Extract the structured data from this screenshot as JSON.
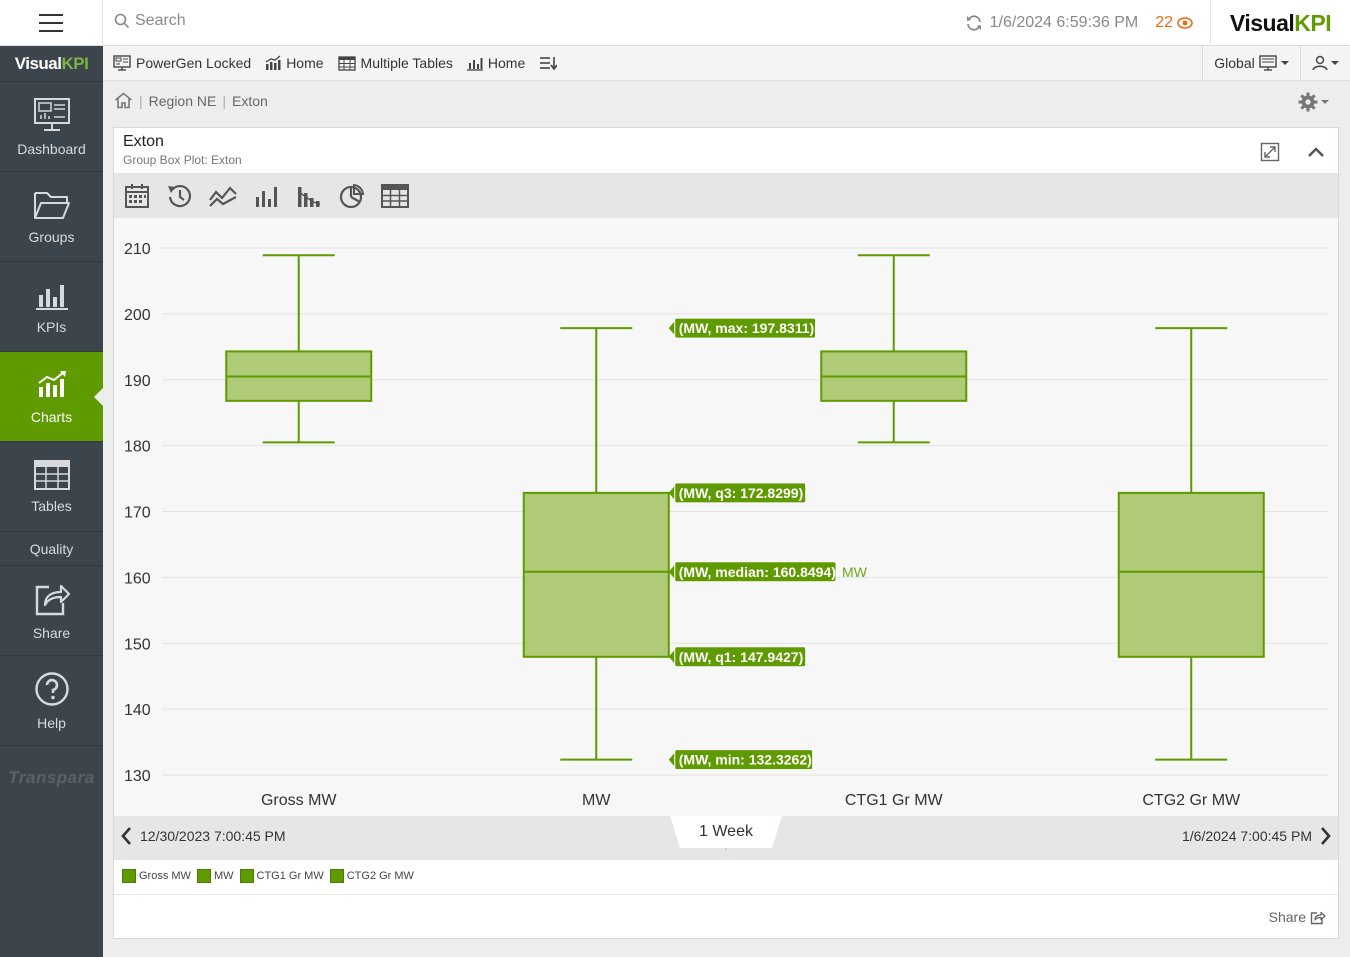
{
  "topbar": {
    "search_placeholder": "Search",
    "timestamp": "1/6/2024 6:59:36 PM",
    "alert_count": "22",
    "brand_visual": "Visual",
    "brand_kpi": "KPI"
  },
  "sidebar": {
    "logo_visual": "Visual",
    "logo_kpi": "KPI",
    "items": [
      {
        "label": "Dashboard",
        "icon": "dashboard-icon"
      },
      {
        "label": "Groups",
        "icon": "folder-icon"
      },
      {
        "label": "KPIs",
        "icon": "bar-chart-icon"
      },
      {
        "label": "Charts",
        "icon": "charts-icon",
        "active": true
      },
      {
        "label": "Tables",
        "icon": "table-icon"
      },
      {
        "label": "Quality",
        "icon": ""
      },
      {
        "label": "Share",
        "icon": "share-icon"
      },
      {
        "label": "Help",
        "icon": "help-icon"
      }
    ],
    "footer": "Transpara"
  },
  "toolbar": {
    "links": [
      {
        "label": "PowerGen Locked",
        "icon": "dashboard-icon"
      },
      {
        "label": "Home",
        "icon": "kpi-chart-icon"
      },
      {
        "label": "Multiple Tables",
        "icon": "table-icon"
      },
      {
        "label": "Home",
        "icon": "bar-chart-icon"
      }
    ],
    "global_label": "Global"
  },
  "breadcrumb": {
    "items": [
      "Region NE",
      "Exton"
    ]
  },
  "panel": {
    "title": "Exton",
    "subtitle": "Group Box Plot: Exton"
  },
  "chart_tabs": [
    "calendar-icon",
    "history-icon",
    "trend-icon",
    "bar-chart-icon",
    "combo-chart-icon",
    "pie-chart-icon",
    "table-icon"
  ],
  "chart_data": {
    "type": "box",
    "categories": [
      "Gross MW",
      "MW",
      "CTG1 Gr MW",
      "CTG2 Gr MW"
    ],
    "series": [
      {
        "name": "Gross MW",
        "min": 180.5,
        "q1": 186.8,
        "median": 190.5,
        "q3": 194.3,
        "max": 208.9
      },
      {
        "name": "MW",
        "min": 132.3262,
        "q1": 147.9427,
        "median": 160.8494,
        "q3": 172.8299,
        "max": 197.8311
      },
      {
        "name": "CTG1 Gr MW",
        "min": 180.5,
        "q1": 186.8,
        "median": 190.5,
        "q3": 194.3,
        "max": 208.9
      },
      {
        "name": "CTG2 Gr MW",
        "min": 132.3262,
        "q1": 147.9427,
        "median": 160.8494,
        "q3": 172.8299,
        "max": 197.8311
      }
    ],
    "yticks": [
      130,
      140,
      150,
      160,
      170,
      180,
      190,
      200,
      210
    ],
    "ylim": [
      130,
      210
    ],
    "grid": true,
    "tooltips": [
      {
        "label": "(MW, max: 197.8311)",
        "value": 197.8311
      },
      {
        "label": "(MW, q3: 172.8299)",
        "value": 172.8299
      },
      {
        "label": "(MW, median: 160.8494)",
        "value": 160.8494
      },
      {
        "label": "(MW, q1: 147.9427)",
        "value": 147.9427
      },
      {
        "label": "(MW, min: 132.3262)",
        "value": 132.3262
      }
    ],
    "tooltip_unit": "MW",
    "colors": {
      "fill": "#afcb77",
      "stroke": "#5f9a00"
    }
  },
  "timebar": {
    "start": "12/30/2023 7:00:45 PM",
    "end": "1/6/2024 7:00:45 PM",
    "range": "1 Week"
  },
  "legend": [
    "Gross MW",
    "MW",
    "CTG1 Gr MW",
    "CTG2 Gr MW"
  ],
  "share_label": "Share",
  "colors": {
    "accent": "#5f9a00",
    "sidebar": "#3d454c",
    "alert": "#f06a10"
  }
}
